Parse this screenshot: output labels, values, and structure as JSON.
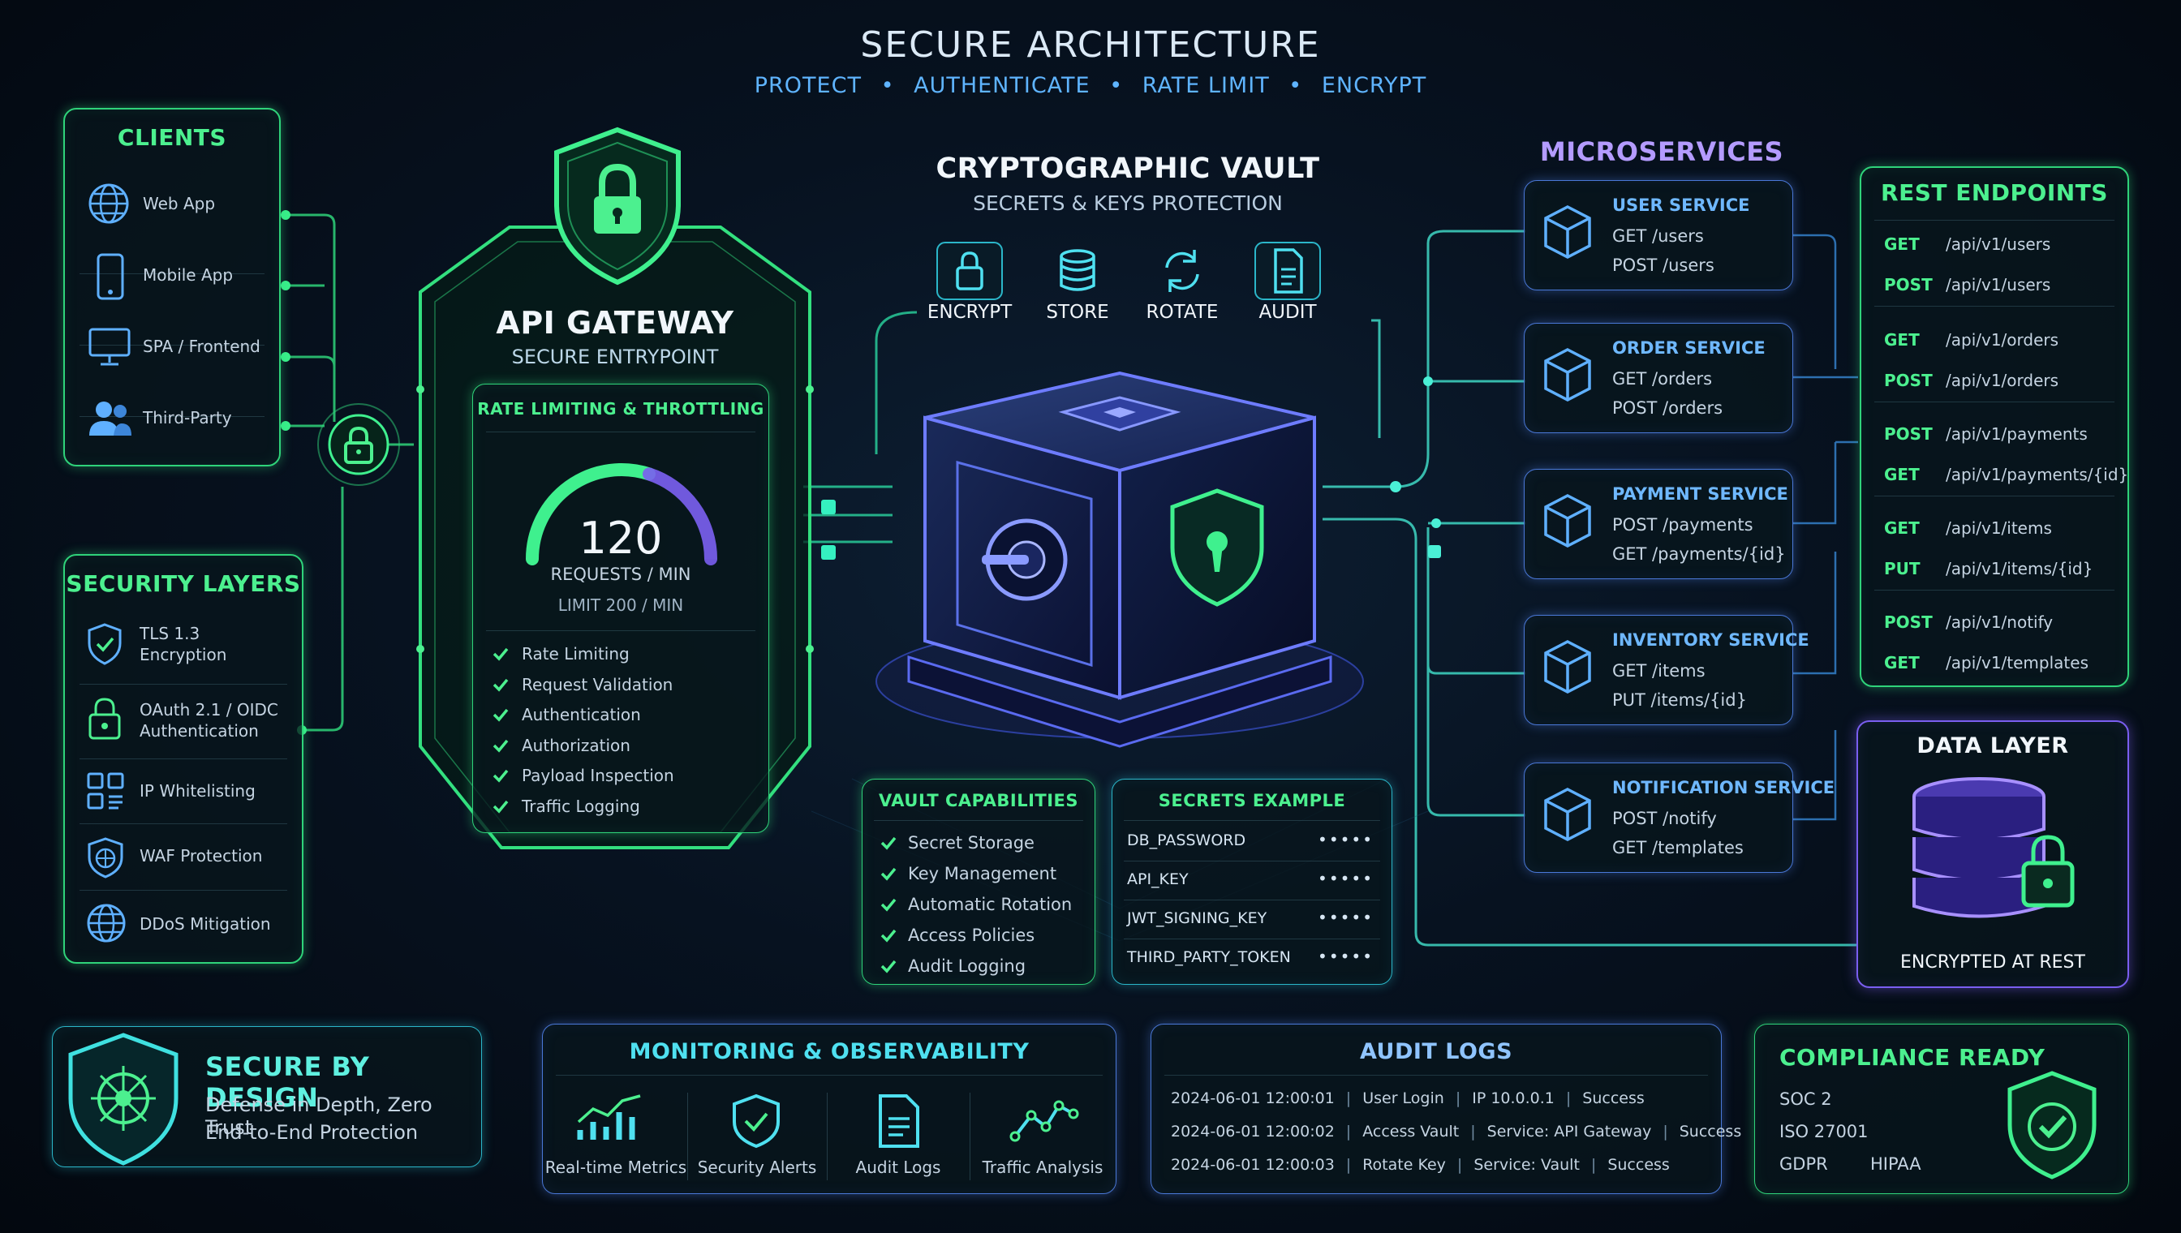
{
  "header": {
    "title": "SECURE ARCHITECTURE",
    "subtitle": [
      "PROTECT",
      "AUTHENTICATE",
      "RATE LIMIT",
      "ENCRYPT"
    ]
  },
  "clients": {
    "title": "CLIENTS",
    "items": [
      "Web App",
      "Mobile App",
      "SPA / Frontend",
      "Third-Party"
    ]
  },
  "security_layers": {
    "title": "SECURITY LAYERS",
    "items": [
      {
        "line1": "TLS 1.3",
        "line2": "Encryption"
      },
      {
        "line1": "OAuth 2.1 / OIDC",
        "line2": "Authentication"
      },
      {
        "line1": "IP Whitelisting",
        "line2": ""
      },
      {
        "line1": "WAF Protection",
        "line2": ""
      },
      {
        "line1": "DDoS Mitigation",
        "line2": ""
      }
    ]
  },
  "gateway": {
    "title": "API GATEWAY",
    "subtitle": "SECURE ENTRYPOINT",
    "rate_title": "RATE LIMITING & THROTTLING",
    "value": "120",
    "value_number": 120,
    "limit_number": 200,
    "unit": "REQUESTS / MIN",
    "limit": "LIMIT 200 / MIN",
    "checks": [
      "Rate Limiting",
      "Request Validation",
      "Authentication",
      "Authorization",
      "Payload Inspection",
      "Traffic Logging"
    ]
  },
  "vault": {
    "title": "CRYPTOGRAPHIC VAULT",
    "subtitle": "SECRETS & KEYS PROTECTION",
    "icons": [
      "ENCRYPT",
      "STORE",
      "ROTATE",
      "AUDIT"
    ]
  },
  "vault_capabilities": {
    "title": "VAULT CAPABILITIES",
    "items": [
      "Secret Storage",
      "Key Management",
      "Automatic Rotation",
      "Access Policies",
      "Audit Logging"
    ]
  },
  "secrets_example": {
    "title": "SECRETS EXAMPLE",
    "mask": "•••••",
    "items": [
      "DB_PASSWORD",
      "API_KEY",
      "JWT_SIGNING_KEY",
      "THIRD_PARTY_TOKEN"
    ]
  },
  "microservices": {
    "title": "MICROSERVICES",
    "items": [
      {
        "name": "USER SERVICE",
        "ep1": "GET /users",
        "ep2": "POST /users"
      },
      {
        "name": "ORDER SERVICE",
        "ep1": "GET /orders",
        "ep2": "POST /orders"
      },
      {
        "name": "PAYMENT SERVICE",
        "ep1": "POST /payments",
        "ep2": "GET /payments/{id}"
      },
      {
        "name": "INVENTORY SERVICE",
        "ep1": "GET /items",
        "ep2": "PUT /items/{id}"
      },
      {
        "name": "NOTIFICATION SERVICE",
        "ep1": "POST /notify",
        "ep2": "GET /templates"
      }
    ]
  },
  "rest": {
    "title": "REST ENDPOINTS",
    "items": [
      {
        "method": "GET",
        "path": "/api/v1/users"
      },
      {
        "method": "POST",
        "path": "/api/v1/users"
      },
      {
        "method": "GET",
        "path": "/api/v1/orders"
      },
      {
        "method": "POST",
        "path": "/api/v1/orders"
      },
      {
        "method": "POST",
        "path": "/api/v1/payments"
      },
      {
        "method": "GET",
        "path": "/api/v1/payments/{id}"
      },
      {
        "method": "GET",
        "path": "/api/v1/items"
      },
      {
        "method": "PUT",
        "path": "/api/v1/items/{id}"
      },
      {
        "method": "POST",
        "path": "/api/v1/notify"
      },
      {
        "method": "GET",
        "path": "/api/v1/templates"
      }
    ]
  },
  "data_layer": {
    "title": "DATA LAYER",
    "footer": "ENCRYPTED AT REST"
  },
  "secure_design": {
    "title": "SECURE BY DESIGN",
    "line1": "Defense in Depth, Zero Trust",
    "line2": "End-to-End Protection"
  },
  "monitoring": {
    "title": "MONITORING & OBSERVABILITY",
    "items": [
      "Real-time Metrics",
      "Security Alerts",
      "Audit Logs",
      "Traffic Analysis"
    ]
  },
  "audit_logs": {
    "title": "AUDIT LOGS",
    "rows": [
      {
        "time": "2024-06-01 12:00:01",
        "event": "User Login",
        "detail": "IP 10.0.0.1",
        "status": "Success"
      },
      {
        "time": "2024-06-01 12:00:02",
        "event": "Access Vault",
        "detail": "Service: API Gateway",
        "status": "Success"
      },
      {
        "time": "2024-06-01 12:00:03",
        "event": "Rotate Key",
        "detail": "Service: Vault",
        "status": "Success"
      }
    ]
  },
  "compliance": {
    "title": "COMPLIANCE READY",
    "items": [
      "SOC 2",
      "ISO 27001",
      "GDPR",
      "HIPAA"
    ]
  },
  "colors": {
    "green": "#2fd37a",
    "cyan": "#2bb6c9",
    "blue": "#4a78d8",
    "violet": "#7a5ef0"
  }
}
